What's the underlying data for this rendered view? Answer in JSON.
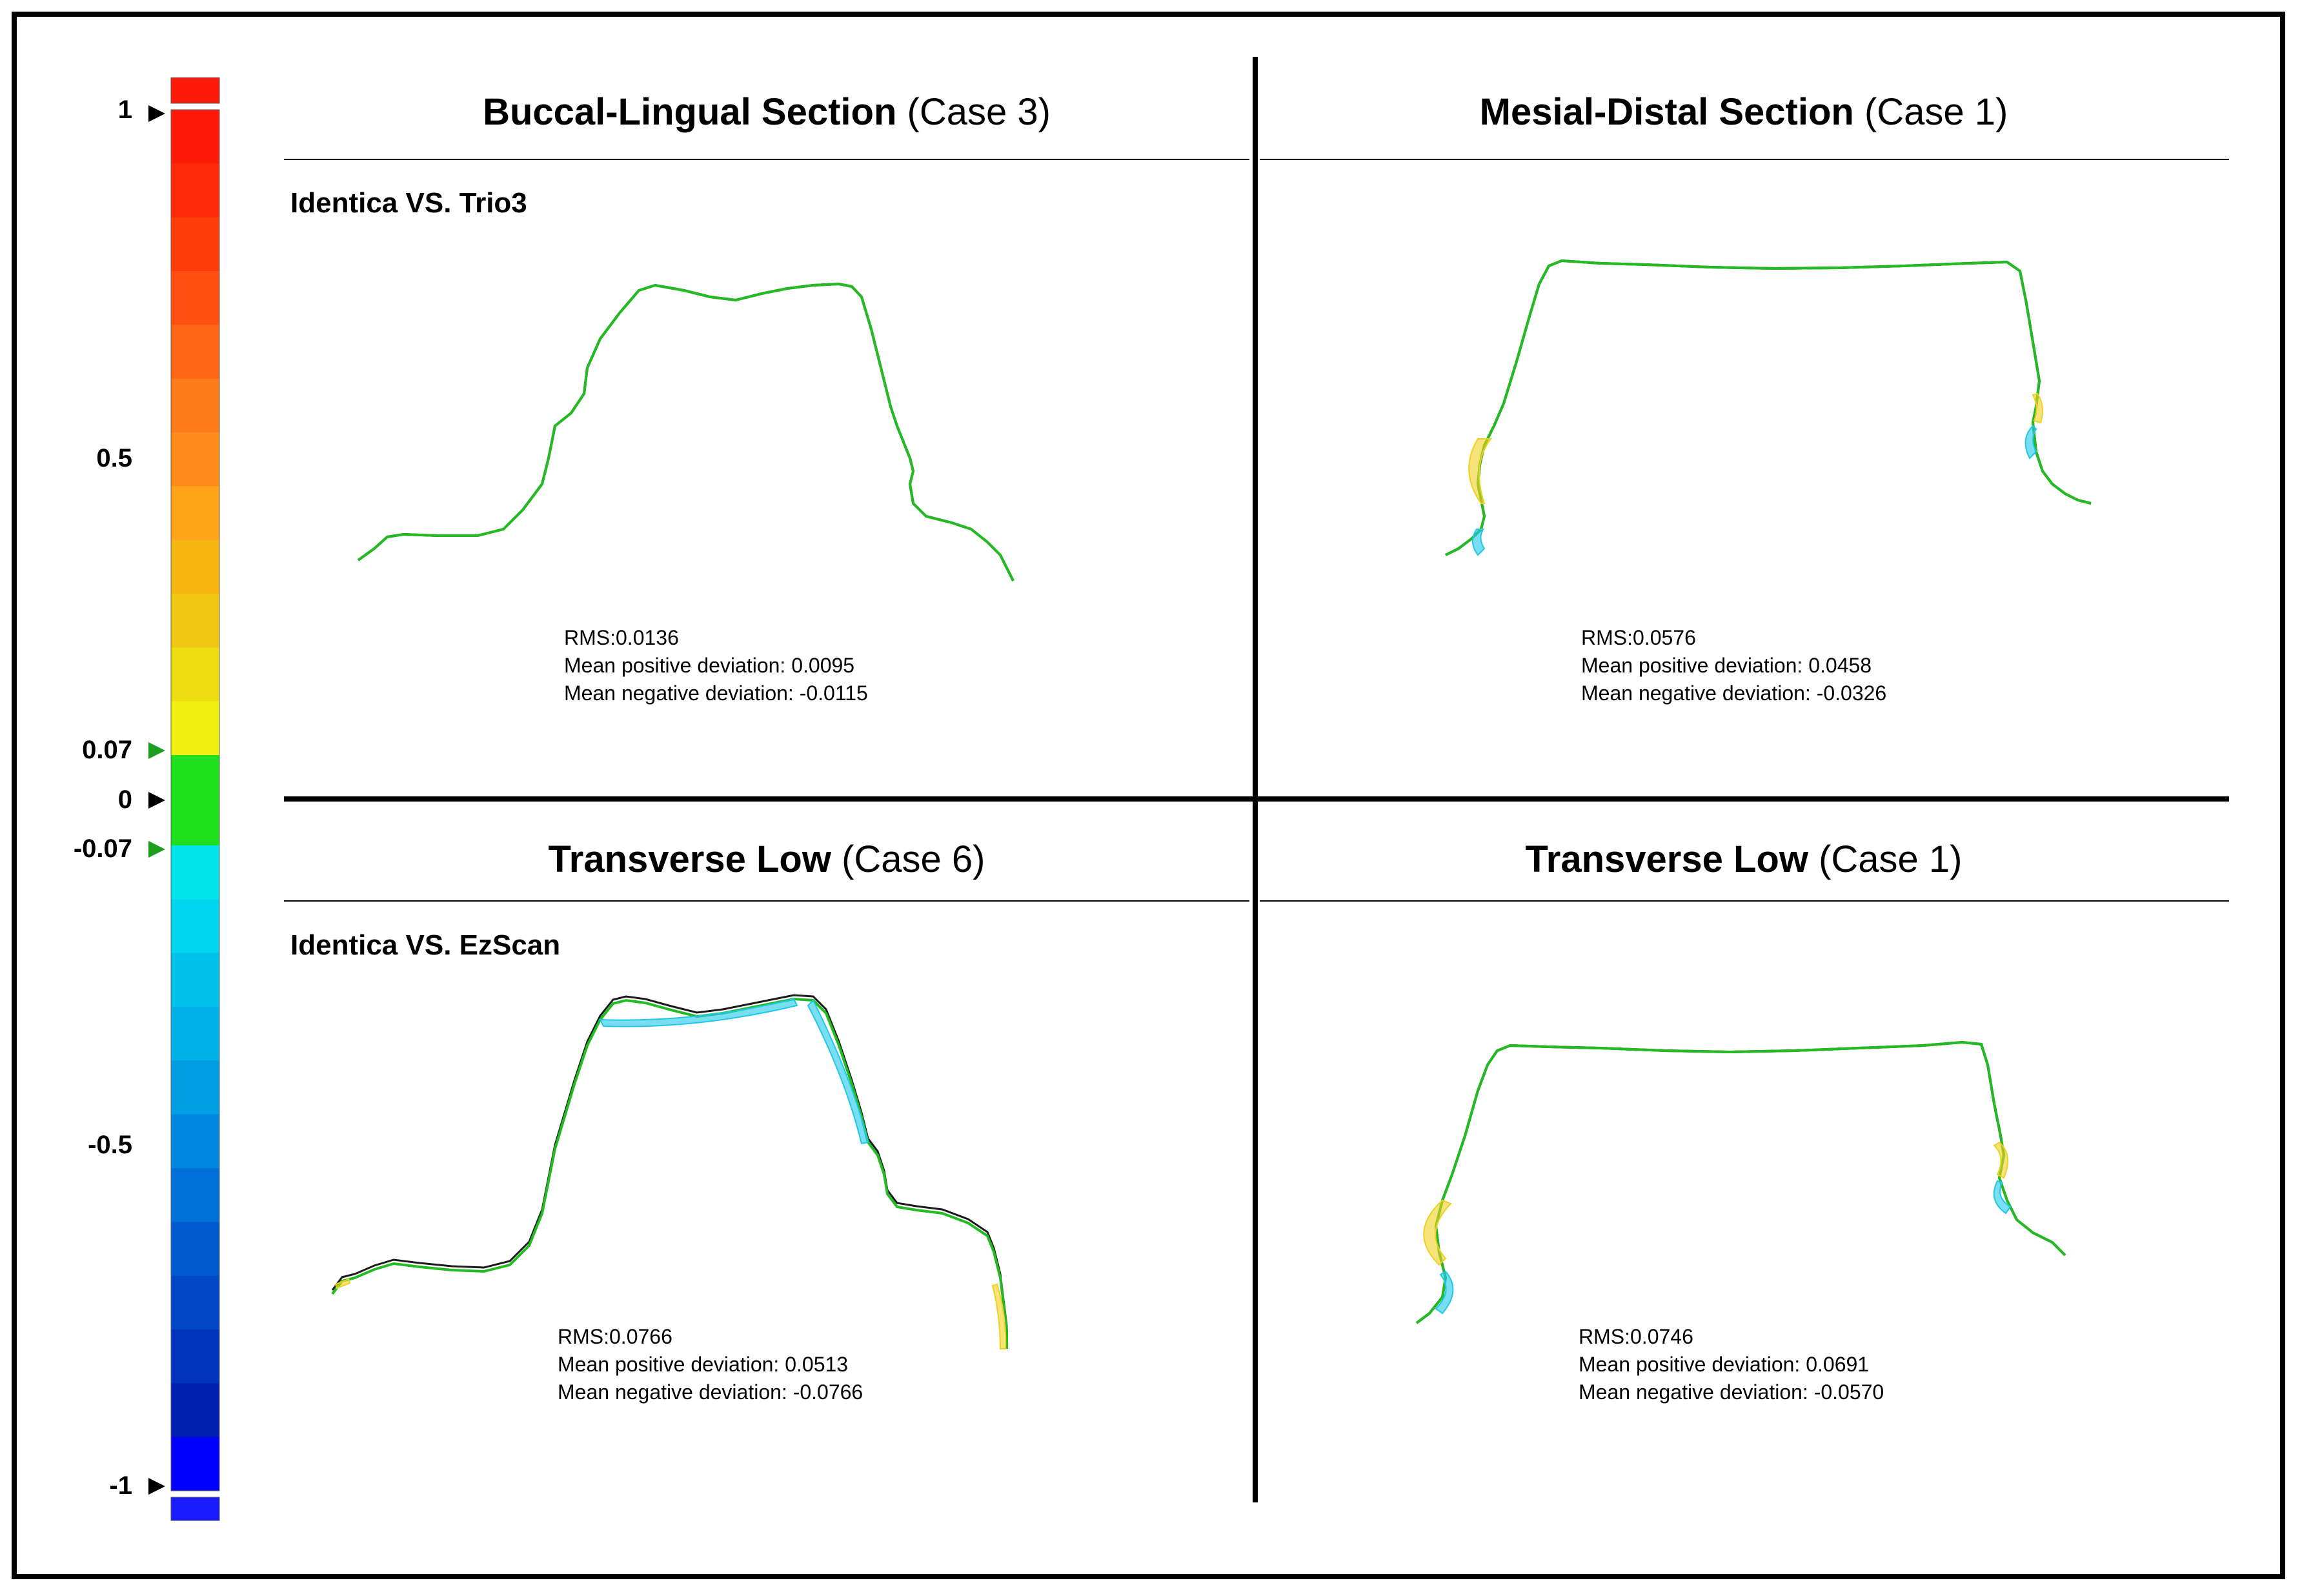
{
  "color_scale": {
    "labels": [
      "1",
      "0.5",
      "0.07",
      "0",
      "-0.07",
      "-0.5",
      "-1"
    ],
    "tolerance": 0.07,
    "range": [
      -1,
      1
    ],
    "colors_top_to_bottom": [
      "#ff1a0a",
      "#ff2a0a",
      "#ff3d0a",
      "#ff5010",
      "#ff6615",
      "#ff7a18",
      "#ff8c1a",
      "#ffa318",
      "#f5b512",
      "#f0c812",
      "#eedc10",
      "#eef010",
      "#1ee01e",
      "#00e4ec",
      "#00d4ee",
      "#00c2ea",
      "#00b0e6",
      "#009ee4",
      "#0088e0",
      "#0070d8",
      "#005ad0",
      "#0048c8",
      "#0034bc",
      "#0020b0",
      "#0000ff"
    ],
    "out_of_range_top": "#ff1a0a",
    "out_of_range_bottom": "#1a1aff"
  },
  "panels": [
    {
      "title_bold": "Buccal-Lingual Section",
      "title_case": "(Case 3)",
      "pair_label": "Identica VS. Trio3",
      "rms": "RMS:0.0136",
      "pos": "Mean positive deviation: 0.0095",
      "neg": "Mean negative deviation: -0.0115"
    },
    {
      "title_bold": "Mesial-Distal Section",
      "title_case": "(Case 1)",
      "pair_label": "",
      "rms": "RMS:0.0576",
      "pos": "Mean positive deviation: 0.0458",
      "neg": "Mean negative deviation: -0.0326"
    },
    {
      "title_bold": "Transverse Low",
      "title_case": "(Case 6)",
      "pair_label": "Identica VS. EzScan",
      "rms": "RMS:0.0766",
      "pos": "Mean positive deviation: 0.0513",
      "neg": "Mean negative deviation: -0.0766"
    },
    {
      "title_bold": "Transverse Low",
      "title_case": "(Case 1)",
      "pair_label": "",
      "rms": "RMS:0.0746",
      "pos": "Mean positive deviation: 0.0691",
      "neg": "Mean negative deviation: -0.0570"
    }
  ],
  "profile_colors": {
    "reference": "#1a1a1a",
    "test": "#22bb22",
    "positive": "#f0d020",
    "negative": "#20c8e8"
  }
}
